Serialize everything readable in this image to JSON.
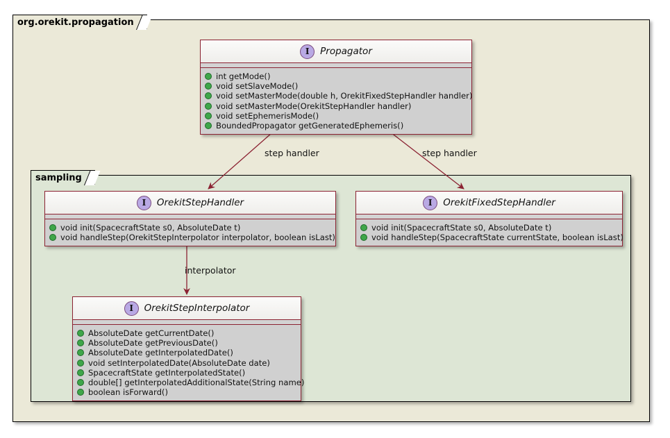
{
  "diagram": {
    "type": "uml-class-diagram",
    "packages": [
      {
        "name": "org.orekit.propagation"
      },
      {
        "name": "sampling"
      }
    ],
    "classes": [
      {
        "name": "Propagator",
        "stereotype_icon": "interface-icon",
        "icon_letter": "I",
        "methods": [
          "int getMode()",
          "void setSlaveMode()",
          "void setMasterMode(double h, OrekitFixedStepHandler handler)",
          "void setMasterMode(OrekitStepHandler handler)",
          "void setEphemerisMode()",
          "BoundedPropagator getGeneratedEphemeris()"
        ]
      },
      {
        "name": "OrekitStepHandler",
        "stereotype_icon": "interface-icon",
        "icon_letter": "I",
        "methods": [
          "void init(SpacecraftState s0, AbsoluteDate t)",
          "void handleStep(OrekitStepInterpolator interpolator, boolean isLast)"
        ]
      },
      {
        "name": "OrekitFixedStepHandler",
        "stereotype_icon": "interface-icon",
        "icon_letter": "I",
        "methods": [
          "void init(SpacecraftState s0, AbsoluteDate t)",
          "void handleStep(SpacecraftState currentState, boolean isLast)"
        ]
      },
      {
        "name": "OrekitStepInterpolator",
        "stereotype_icon": "interface-icon",
        "icon_letter": "I",
        "methods": [
          "AbsoluteDate getCurrentDate()",
          "AbsoluteDate getPreviousDate()",
          "AbsoluteDate getInterpolatedDate()",
          "void setInterpolatedDate(AbsoluteDate date)",
          "SpacecraftState getInterpolatedState()",
          "double[] getInterpolatedAdditionalState(String name)",
          "boolean isForward()"
        ]
      }
    ],
    "edges": [
      {
        "from": "Propagator",
        "to": "OrekitStepHandler",
        "label": "step handler"
      },
      {
        "from": "Propagator",
        "to": "OrekitFixedStepHandler",
        "label": "step handler"
      },
      {
        "from": "OrekitStepHandler",
        "to": "OrekitStepInterpolator",
        "label": "interpolator"
      }
    ],
    "colors": {
      "package_outer_bg": "#ebe9d8",
      "package_inner_bg": "#dde6d5",
      "class_border": "#8b2232",
      "class_header_bg": "#fbfbfa",
      "class_body_bg": "#d0d0d0",
      "interface_icon_fill": "#b9a9e4",
      "interface_icon_border": "#7a4b7e",
      "method_bullet": "#3fa64a",
      "edge_color": "#8b2232"
    }
  }
}
